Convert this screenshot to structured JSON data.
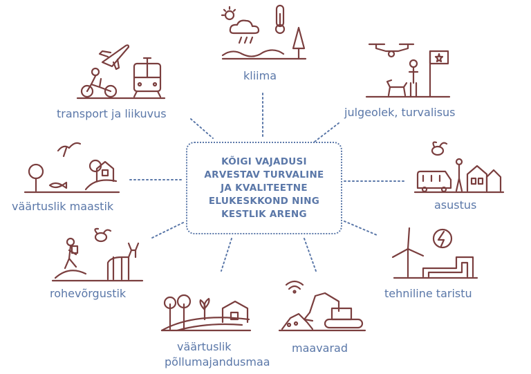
{
  "colors": {
    "icon": "#7a3e3e",
    "text": "#5a77a8"
  },
  "center": {
    "lines": [
      "KÕIGI VAJADUSI",
      "ARVESTAV TURVALINE",
      "JA KVALITEETNE",
      "ELUKESKKOND NING",
      "KESTLIK ARENG"
    ]
  },
  "nodes": {
    "kliima": {
      "label": "kliima",
      "icons": [
        "sun-cloud-rain-icon",
        "thermometer-icon",
        "tree-icon",
        "waves-icon"
      ]
    },
    "julgeolek": {
      "label": "julgeolek, turvalisus",
      "icons": [
        "drone-icon",
        "dog-icon",
        "person-icon",
        "flag-icon"
      ]
    },
    "asustus": {
      "label": "asustus",
      "icons": [
        "bee-icon",
        "van-icon",
        "person-icon",
        "houses-icon"
      ]
    },
    "tehniline": {
      "label": "tehniline taristu",
      "icons": [
        "wind-turbine-icon",
        "lightning-icon",
        "pipes-icon"
      ]
    },
    "maavarad": {
      "label": "maavarad",
      "icons": [
        "wifi-icon",
        "excavator-icon",
        "rock-pile-icon"
      ]
    },
    "pollumaa": {
      "label_line1": "väärtuslik",
      "label_line2": "põllumajandusmaa",
      "icons": [
        "tree-icon",
        "sprout-icon",
        "barn-icon",
        "field-icon"
      ]
    },
    "rohevorgustik": {
      "label": "rohevõrgustik",
      "icons": [
        "hiker-icon",
        "bee-icon",
        "deer-icon"
      ]
    },
    "maastik": {
      "label": "väärtuslik maastik",
      "icons": [
        "bird-icon",
        "tree-icon",
        "house-icon",
        "fish-icon"
      ]
    },
    "transport": {
      "label": "transport ja liikuvus",
      "icons": [
        "airplane-icon",
        "tram-icon",
        "cyclist-icon"
      ]
    }
  }
}
